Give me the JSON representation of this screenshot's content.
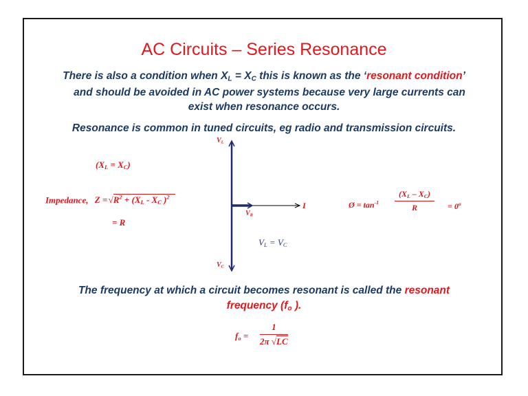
{
  "slide": {
    "title": "AC Circuits – Series Resonance",
    "paragraph1": {
      "line1_prefix": "There is also a condition when X",
      "line1_sub_L": "L",
      "line1_mid": " = X",
      "line1_sub_C": "C",
      "line1_suffix": " this is known as the ‘",
      "highlight": "resonant condition",
      "line1_end": "’",
      "line2": "and should be avoided in AC power systems because very large currents can",
      "line3": "exist when resonance occurs."
    },
    "paragraph2": "Resonance is common in tuned circuits, eg radio and transmission circuits.",
    "condition": {
      "open": "(X",
      "sub_L": "L",
      "mid": " = X",
      "sub_C": "C",
      "close": ")"
    },
    "impedance": {
      "label": "Impedance,",
      "lhs": "Z =",
      "radicand_R": "R",
      "sup_2a": "2",
      "radicand_mid": " + (X",
      "sub_L": "L",
      "minus": " - X",
      "sub_C": "C",
      "close": " )",
      "sup_2b": "2",
      "result": "= R"
    },
    "phasor": {
      "vl_label": "V",
      "vl_sub": "L",
      "vc_label": "V",
      "vc_sub": "C",
      "vr_label": "V",
      "vr_sub": "R",
      "i_label": "I",
      "equality_a": "V",
      "equality_a_sub": "L",
      "equality_mid": " = V",
      "equality_b_sub": "C",
      "axis_color": "#1f2a6b"
    },
    "phase": {
      "lhs": "Ø =  tan",
      "sup": "-1",
      "num_open": "(X",
      "num_sub_L": "L",
      "num_mid": " – X",
      "num_sub_C": "C",
      "num_close": ")",
      "den": "R",
      "rhs": "= 0",
      "deg": "o"
    },
    "paragraph3": {
      "line1_prefix": "The frequency at which a circuit becomes resonant is called the ",
      "line1_highlight": "resonant",
      "line2_highlight": "frequency",
      "line2_open": " (f",
      "line2_sub": "o",
      "line2_close": " )."
    },
    "resonant_formula": {
      "lhs": "f",
      "lhs_sub": "o",
      "eq": " =",
      "num": "1",
      "den_prefix": "2π ",
      "den_root": "LC"
    },
    "colors": {
      "title": "#e0191e",
      "body": "#1b3a63",
      "math": "#d7191e",
      "phasor": "#1f2a6b",
      "border": "#1a1a1a"
    }
  }
}
